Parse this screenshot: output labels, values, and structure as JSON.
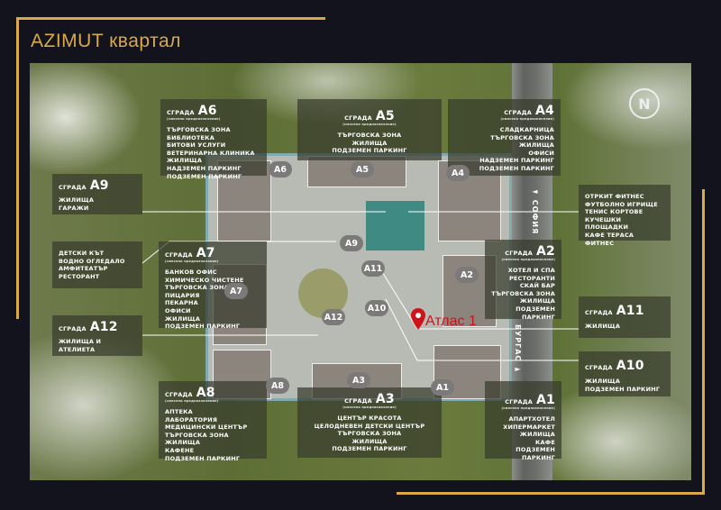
{
  "title": "AZIMUT квартал",
  "colors": {
    "gold": "#d9a94a",
    "background": "#12131d",
    "marker": "#d0121b",
    "panel": "rgba(55,60,45,.72)"
  },
  "building_word": "СГРАДА",
  "mixed_use_note": "(смесено предназначение)",
  "panels": {
    "a6": {
      "code": "A6",
      "items": [
        "ТЪРГОВСКА ЗОНА",
        "БИБЛИОТЕКА",
        "БИТОВИ УСЛУГИ",
        "ВЕТЕРИНАРНА КЛИНИКА",
        "ЖИЛИЩА",
        "НАДЗЕМЕН ПАРКИНГ",
        "ПОДЗЕМЕН ПАРКИНГ"
      ]
    },
    "a5": {
      "code": "A5",
      "items": [
        "ТЪРГОВСКА ЗОНА",
        "ЖИЛИЩА",
        "ПОДЗЕМЕН ПАРКИНГ"
      ]
    },
    "a4": {
      "code": "A4",
      "items": [
        "СЛАДКАРНИЦА",
        "ТЪРГОВСКА ЗОНА",
        "ЖИЛИЩА",
        "ОФИСИ",
        "НАДЗЕМЕН ПАРКИНГ",
        "ПОДЗЕМЕН ПАРКИНГ"
      ]
    },
    "a9": {
      "code": "A9",
      "items": [
        "ЖИЛИЩА",
        "ГАРАЖИ"
      ]
    },
    "park": {
      "items": [
        "ДЕТСКИ КЪТ",
        "ВОДНО ОГЛЕДАЛО",
        "АМФИТЕАТЪР",
        "РЕСТОРАНТ"
      ]
    },
    "a7": {
      "code": "A7",
      "items": [
        "БАНКОВ ОФИС",
        "ХИМИЧЕСКО ЧИСТЕНЕ",
        "ТЪРГОВСКА ЗОНА",
        "ПИЦАРИЯ",
        "ПЕКАРНА",
        "ОФИСИ",
        "ЖИЛИЩА",
        "ПОДЗЕМЕН ПАРКИНГ"
      ]
    },
    "a12": {
      "code": "A12",
      "items": [
        "ЖИЛИЩА И АТЕЛИЕТА"
      ]
    },
    "a8": {
      "code": "A8",
      "items": [
        "АПТЕКА",
        "ЛАБОРАТОРИЯ",
        "МЕДИЦИНСКИ ЦЕНТЪР",
        "ТЪРГОВСКА ЗОНА",
        "ЖИЛИЩА",
        "КАФЕНЕ",
        "ПОДЗЕМЕН ПАРКИНГ"
      ]
    },
    "a3": {
      "code": "A3",
      "items": [
        "ЦЕНТЪР КРАСОТА",
        "ЦЕЛОДНЕВЕН ДЕТСКИ ЦЕНТЪР",
        "ТЪРГОВСКА ЗОНА",
        "ЖИЛИЩА",
        "ПОДЗЕМЕН ПАРКИНГ"
      ]
    },
    "a1": {
      "code": "A1",
      "items": [
        "АПАРТХОТЕЛ",
        "ХИПЕРМАРКЕТ",
        "ЖИЛИЩА",
        "КАФЕ",
        "ПОДЗЕМЕН ПАРКИНГ"
      ]
    },
    "sport": {
      "items": [
        "ОТРКИТ ФИТНЕС",
        "ФУТБОЛНО ИГРИЩЕ",
        "ТЕНИС КОРТОВЕ",
        "КУЧЕШКИ ПЛОЩАДКИ",
        "КАФЕ ТЕРАСА",
        "ФИТНЕС"
      ]
    },
    "a2": {
      "code": "A2",
      "items": [
        "ХОТЕЛ И СПА",
        "РЕСТОРАНТИ",
        "СКАЙ БАР",
        "ТЪРГОВСКА ЗОНА",
        "ЖИЛИЩА",
        "ПОДЗЕМЕН ПАРКИНГ"
      ]
    },
    "a11": {
      "code": "A11",
      "items": [
        "ЖИЛИЩА"
      ]
    },
    "a10": {
      "code": "A10",
      "items": [
        "ЖИЛИЩА",
        "ПОДЗЕМЕН ПАРКИНГ"
      ]
    }
  },
  "tags": [
    "A6",
    "A5",
    "A4",
    "A9",
    "A11",
    "A2",
    "A7",
    "A10",
    "A12",
    "A8",
    "A3",
    "A1"
  ],
  "roads": {
    "sofia": "◄ СОФИЯ",
    "burgas": "БУРГАС ►"
  },
  "marker": {
    "label": "Атлас 1",
    "icon": "map-pin-icon"
  },
  "compass": {
    "label": "N",
    "icon": "compass-north-icon"
  }
}
